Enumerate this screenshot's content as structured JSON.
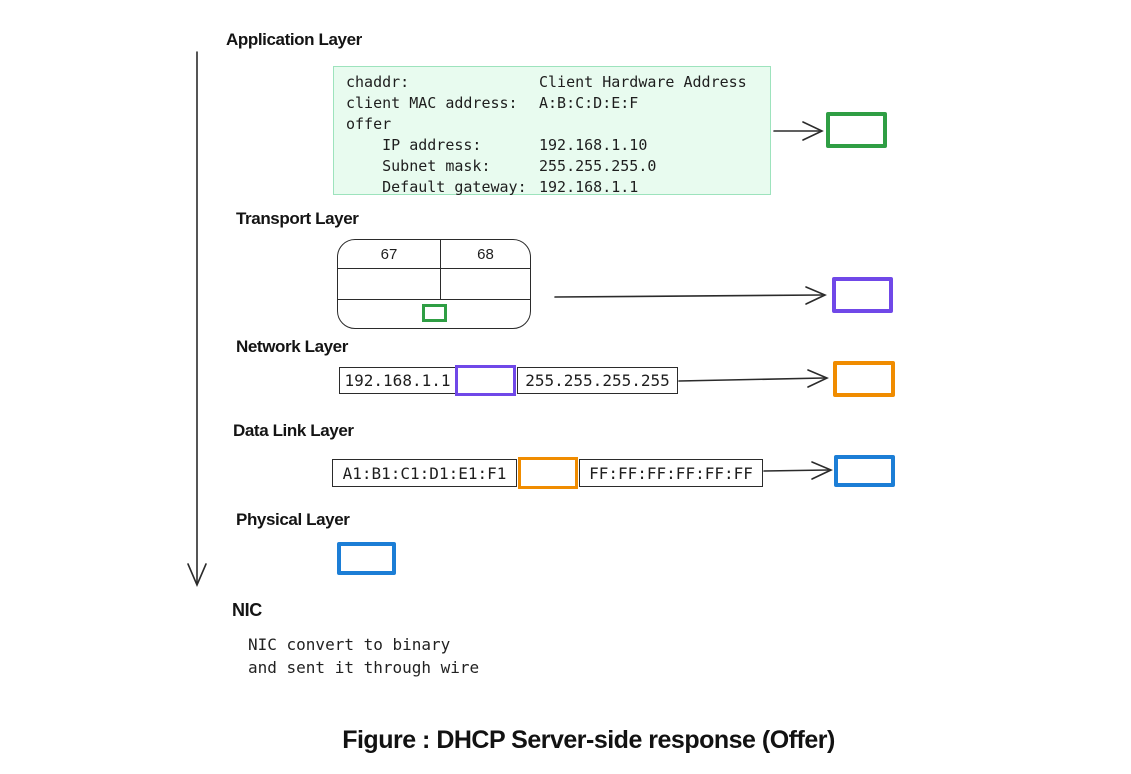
{
  "title": "Figure : DHCP Server-side response (Offer)",
  "colors": {
    "green": "#2f9e44",
    "purple": "#7048e8",
    "orange": "#f08c00",
    "blue": "#1c7ed6",
    "app_box_fill": "#e8fbef",
    "app_box_border": "#9de3bd",
    "ink": "#1e1e1e"
  },
  "layers": {
    "application": {
      "label": "Application Layer",
      "message": {
        "rows": [
          {
            "label": "chaddr:",
            "value": "Client Hardware Address"
          },
          {
            "label": "client MAC address:",
            "value": "A:B:C:D:E:F"
          },
          {
            "label": "offer",
            "value": ""
          },
          {
            "label": "    IP address:",
            "value": "192.168.1.10"
          },
          {
            "label": "    Subnet mask:",
            "value": "255.255.255.0"
          },
          {
            "label": "    Default gateway:",
            "value": "192.168.1.1"
          }
        ]
      }
    },
    "transport": {
      "label": "Transport Layer",
      "source_port": "67",
      "dest_port": "68"
    },
    "network": {
      "label": "Network Layer",
      "source_ip": "192.168.1.1",
      "dest_ip": "255.255.255.255"
    },
    "data_link": {
      "label": "Data Link Layer",
      "source_mac": "A1:B1:C1:D1:E1:F1",
      "dest_mac": "FF:FF:FF:FF:FF:FF"
    },
    "physical": {
      "label": "Physical Layer"
    },
    "nic": {
      "label": "NIC",
      "note_lines": [
        "NIC convert to binary",
        "and sent it through wire"
      ]
    }
  }
}
